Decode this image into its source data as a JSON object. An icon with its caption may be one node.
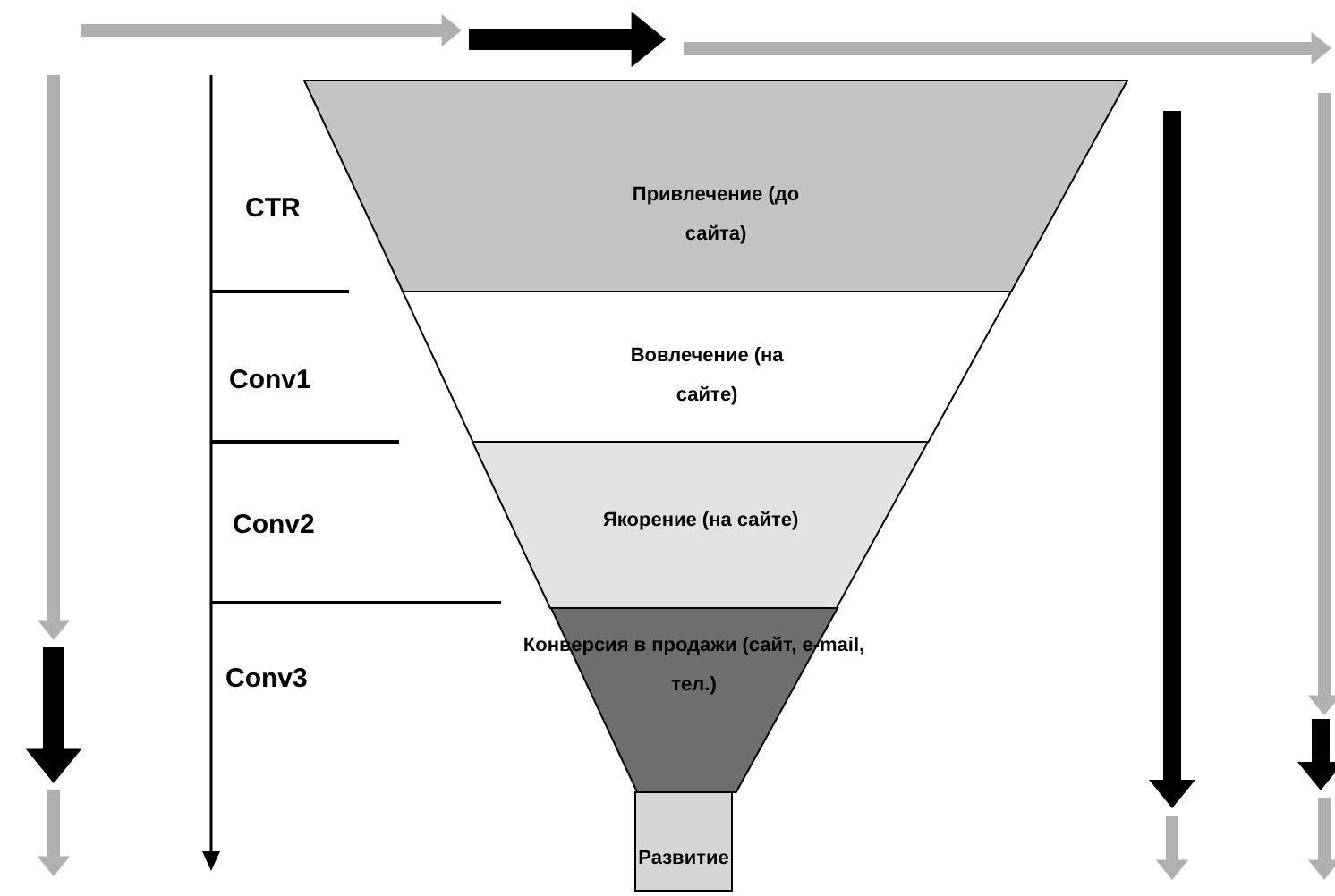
{
  "diagram": {
    "nodes": [
      {
        "text": [
          "Привлечение (до сайта)"
        ]
      },
      {
        "text": [
          "Вовлечение (на сайте)"
        ]
      },
      {
        "text": [
          "Якорение (на сайте)"
        ]
      },
      {
        "text": [
          "Конверсия в продажи (сайт, e-mail, тел.)"
        ]
      },
      {
        "text": [
          "Развитие"
        ]
      }
    ],
    "labels": [
      "CTR",
      "Conv1",
      "Conv2",
      "Conv3"
    ]
  }
}
